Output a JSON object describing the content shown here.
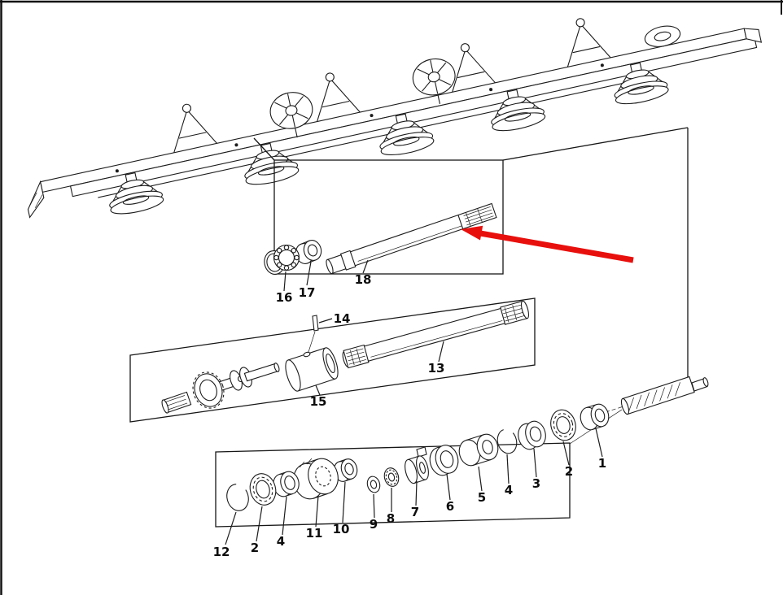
{
  "page": {
    "background": "#ffffff",
    "line_color": "#1c1c1c"
  },
  "arrow": {
    "color": "#e8100d",
    "points_to_part": "18"
  },
  "part_labels": {
    "n16": "16",
    "n17": "17",
    "n18": "18",
    "n14": "14",
    "n15": "15",
    "n13": "13",
    "n12": "12",
    "n2a": "2",
    "n4a": "4",
    "n11": "11",
    "n10": "10",
    "n9": "9",
    "n8": "8",
    "n7": "7",
    "n6": "6",
    "n5": "5",
    "n4b": "4",
    "n3": "3",
    "n2b": "2",
    "n1": "1"
  }
}
